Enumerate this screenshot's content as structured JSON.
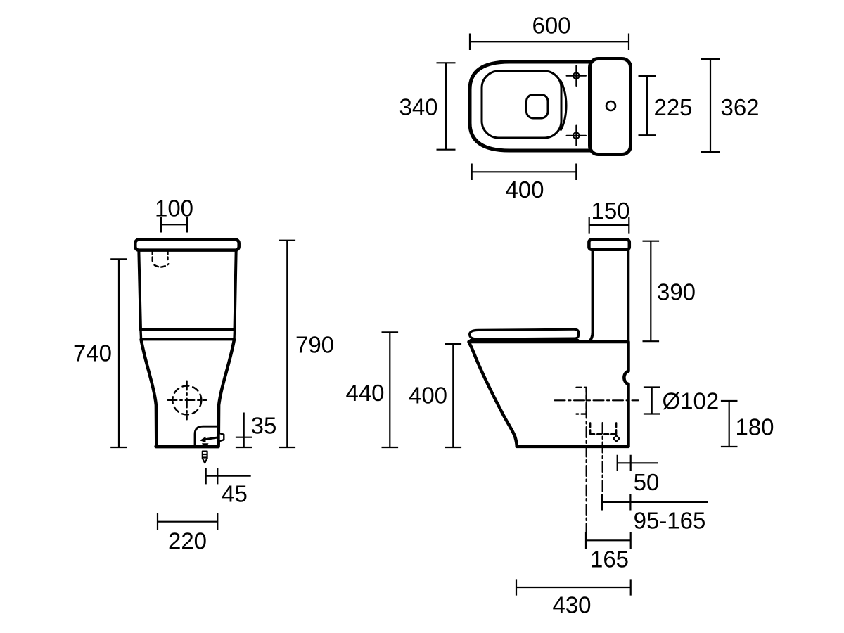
{
  "drawing": {
    "type": "technical-dimension-drawing",
    "subject": "close-coupled toilet with cistern, three orthographic views",
    "colors": {
      "background": "#ffffff",
      "line": "#000000"
    },
    "views": {
      "top": {
        "name": "top view",
        "dims": {
          "overall_length": "600",
          "bowl_width": "340",
          "seat_fixing_centres": "225",
          "overall_width": "362",
          "bowl_length": "400"
        }
      },
      "front": {
        "name": "front view",
        "dims": {
          "lid_width": "100",
          "height_to_seat": "740",
          "overall_height": "790",
          "fixing_height": "35",
          "fixing_offset": "45",
          "base_width": "220"
        }
      },
      "side": {
        "name": "side view",
        "dims": {
          "cistern_depth": "150",
          "cistern_height": "390",
          "seat_height": "440",
          "pan_height": "400",
          "outlet_diameter": "Ø102",
          "outlet_centre_height": "180",
          "outlet_to_wall": "50",
          "supply_adjustment": "95-165",
          "outlet_centre_setback": "165",
          "base_depth": "430"
        }
      }
    }
  }
}
